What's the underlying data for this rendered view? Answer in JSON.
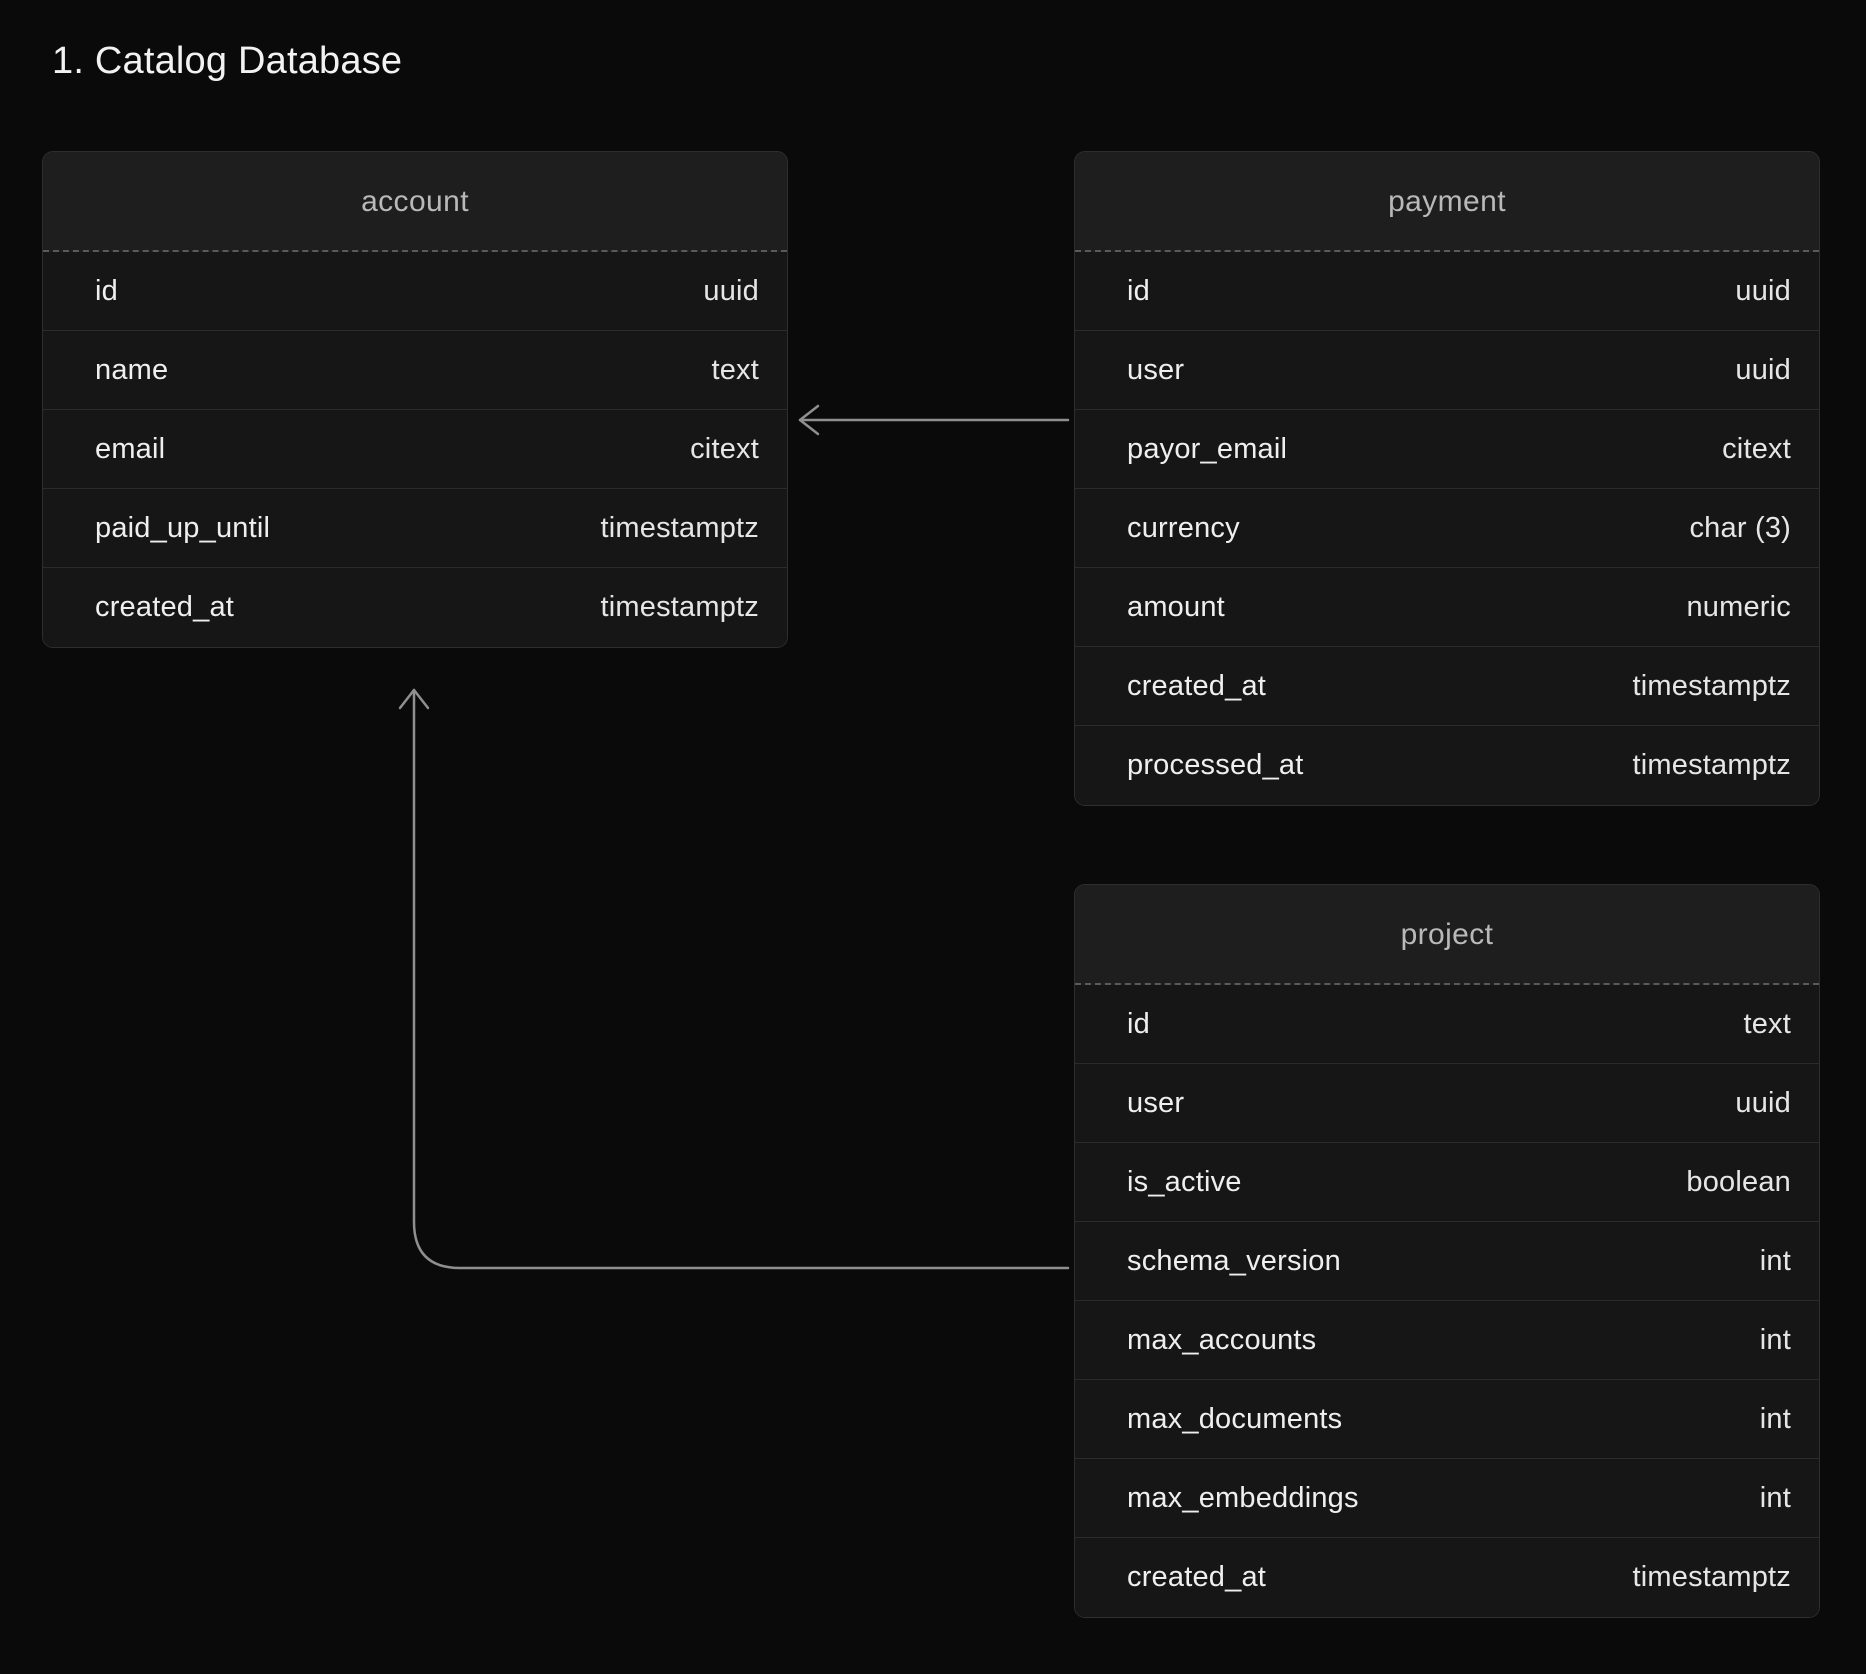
{
  "page": {
    "title": "1. Catalog Database",
    "background_color": "#0a0a0a",
    "accent_line_color": "#8f8f8f"
  },
  "tables": [
    {
      "name": "account",
      "columns": [
        {
          "name": "id",
          "type": "uuid"
        },
        {
          "name": "name",
          "type": "text"
        },
        {
          "name": "email",
          "type": "citext"
        },
        {
          "name": "paid_up_until",
          "type": "timestamptz"
        },
        {
          "name": "created_at",
          "type": "timestamptz"
        }
      ]
    },
    {
      "name": "payment",
      "columns": [
        {
          "name": "id",
          "type": "uuid"
        },
        {
          "name": "user",
          "type": "uuid"
        },
        {
          "name": "payor_email",
          "type": "citext"
        },
        {
          "name": "currency",
          "type": "char (3)"
        },
        {
          "name": "amount",
          "type": "numeric"
        },
        {
          "name": "created_at",
          "type": "timestamptz"
        },
        {
          "name": "processed_at",
          "type": "timestamptz"
        }
      ]
    },
    {
      "name": "project",
      "columns": [
        {
          "name": "id",
          "type": "text"
        },
        {
          "name": "user",
          "type": "uuid"
        },
        {
          "name": "is_active",
          "type": "boolean"
        },
        {
          "name": "schema_version",
          "type": "int"
        },
        {
          "name": "max_accounts",
          "type": "int"
        },
        {
          "name": "max_documents",
          "type": "int"
        },
        {
          "name": "max_embeddings",
          "type": "int"
        },
        {
          "name": "created_at",
          "type": "timestamptz"
        }
      ]
    }
  ],
  "relationships": [
    {
      "from": "payment.user",
      "to": "account.id",
      "style": "straight-arrow-left"
    },
    {
      "from": "project.user",
      "to": "account.id",
      "style": "elbow-arrow-up"
    }
  ]
}
